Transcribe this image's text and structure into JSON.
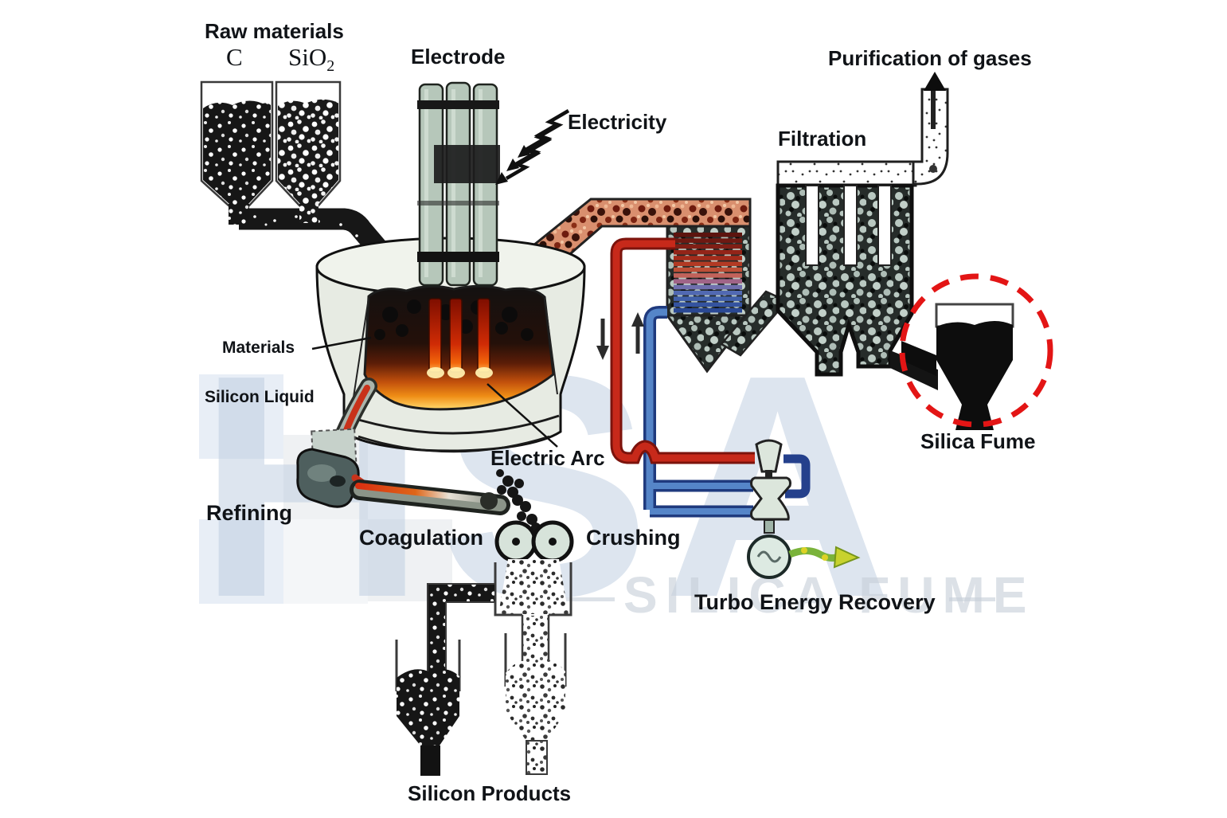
{
  "labels": {
    "raw_materials": "Raw materials",
    "c": "C",
    "sio2_base": "SiO",
    "sio2_sub": "2",
    "electrode": "Electrode",
    "electricity": "Electricity",
    "purification": "Purification of gases",
    "filtration": "Filtration",
    "materials": "Materials",
    "silicon_liquid": "Silicon Liquid",
    "electric_arc": "Electric Arc",
    "refining": "Refining",
    "coagulation": "Coagulation",
    "crushing": "Crushing",
    "silica_fume": "Silica Fume",
    "turbo": "Turbo Energy Recovery",
    "silicon_products": "Silicon Products"
  },
  "watermark": {
    "logo": "HSA",
    "text": "SILICA FUME"
  },
  "colors": {
    "dashed_circle": "#e31515",
    "pipe_hot": "#c7291a",
    "pipe_cold": "#5585c8",
    "molten": "#d92c10",
    "energy_arrow": "#7ab33b",
    "electrode_body": "#b6c7ba"
  }
}
